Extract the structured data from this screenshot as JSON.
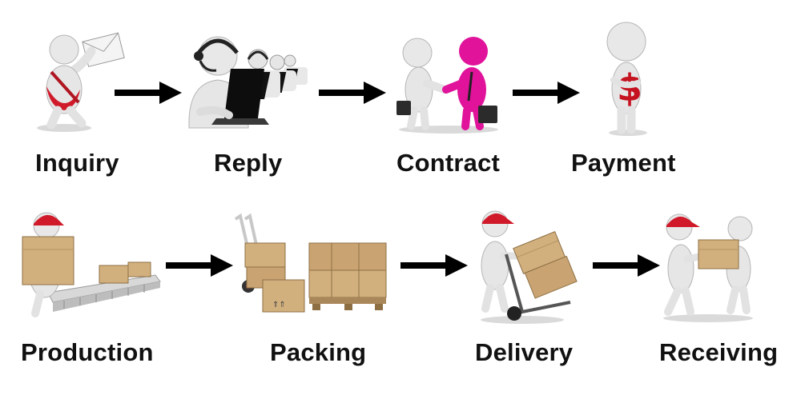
{
  "steps": [
    {
      "label": "Inquiry",
      "icon": "figure-with-envelope-icon"
    },
    {
      "label": "Reply",
      "icon": "call-center-operators-icon"
    },
    {
      "label": "Contract",
      "icon": "handshake-icon"
    },
    {
      "label": "Payment",
      "icon": "figure-with-dollar-sign-icon"
    },
    {
      "label": "Production",
      "icon": "worker-at-conveyor-icon"
    },
    {
      "label": "Packing",
      "icon": "boxes-on-hand-truck-and-pallet-icon"
    },
    {
      "label": "Delivery",
      "icon": "courier-with-hand-truck-icon"
    },
    {
      "label": "Receiving",
      "icon": "box-handover-icon"
    }
  ],
  "colors": {
    "figure": "#e6e6e6",
    "shadow": "#b5b5b5",
    "accent_red": "#d01a2a",
    "contract_pink": "#e0139a",
    "box": "#d2b07e",
    "arrow": "#000000"
  }
}
